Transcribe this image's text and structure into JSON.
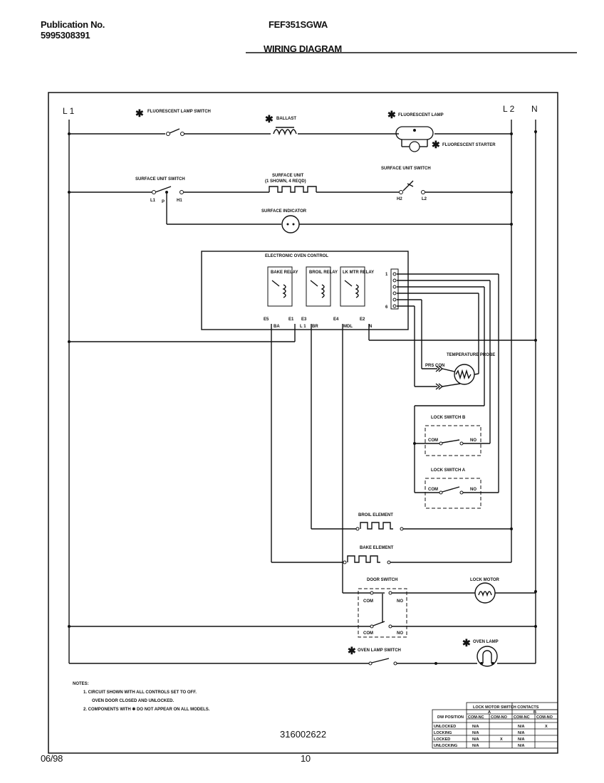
{
  "header": {
    "publication_label": "Publication No.",
    "publication_number": "5995308391",
    "model": "FEF351SGWA",
    "title": "WIRING DIAGRAM"
  },
  "lines": {
    "l1": "L 1",
    "l2": "L 2",
    "n": "N"
  },
  "components": {
    "fluor_switch": "FLUORESCENT LAMP SWITCH",
    "ballast": "BALLAST",
    "fluor_lamp": "FLUORESCENT LAMP",
    "fluor_starter": "FLUORESCENT STARTER",
    "surface_switch_left": "SURFACE UNIT SWITCH",
    "surface_unit": "SURFACE UNIT",
    "surface_unit_sub": "(1 SHOWN, 4 REQD)",
    "surface_switch_right": "SURFACE UNIT SWITCH",
    "surface_indicator": "SURFACE INDICATOR",
    "eoc": "ELECTRONIC OVEN CONTROL",
    "bake_relay": "BAKE RELAY",
    "broil_relay": "BROIL RELAY",
    "lk_mtr_relay": "LK MTR RELAY",
    "temp_probe": "TEMPERATURE PROBE",
    "prs_con": "PRS CON",
    "lock_switch_b": "LOCK SWITCH B",
    "lock_switch_a": "LOCK SWITCH A",
    "broil_element": "BROIL ELEMENT",
    "bake_element": "BAKE ELEMENT",
    "door_switch": "DOOR SWITCH",
    "lock_motor": "LOCK MOTOR",
    "oven_lamp": "OVEN LAMP",
    "oven_lamp_switch": "OVEN LAMP SWITCH"
  },
  "terminals": {
    "l1": "L1",
    "p": "P",
    "h1": "H1",
    "h2": "H2",
    "l2": "L2",
    "e5": "E5",
    "e1": "E1",
    "e3": "E3",
    "e4": "E4",
    "e2": "E2",
    "ba": "BA",
    "l1b": "L 1",
    "br": "BR",
    "mdl": "MDL",
    "n": "N",
    "com": "COM",
    "no": "NO",
    "one": "1",
    "six": "6"
  },
  "notes": {
    "heading": "NOTES:",
    "n1": "1. CIRCUIT SHOWN WITH ALL CONTROLS SET TO OFF.",
    "n1b": "OVEN DOOR CLOSED AND UNLOCKED.",
    "n2": "2. COMPONENTS WITH ✱ DO NOT APPEAR ON ALL MODELS."
  },
  "table": {
    "title": "LOCK MOTOR SWITCH CONTACTS",
    "group_a": "A",
    "group_b": "B",
    "dw_position": "DW POSITION",
    "headers": [
      "COM-NC",
      "COM-NO",
      "COM-NC",
      "COM-NO"
    ],
    "rows": [
      {
        "label": "UNLOCKED",
        "cells": [
          "N/A",
          "",
          "N/A",
          "X"
        ]
      },
      {
        "label": "LOCKING",
        "cells": [
          "N/A",
          "",
          "N/A",
          ""
        ]
      },
      {
        "label": "LOCKED",
        "cells": [
          "N/A",
          "X",
          "N/A",
          ""
        ]
      },
      {
        "label": "UNLOCKING",
        "cells": [
          "N/A",
          "",
          "N/A",
          ""
        ]
      }
    ]
  },
  "part_number": "316002622",
  "footer": {
    "date": "06/98",
    "page": "10"
  },
  "asterisk": "✱"
}
